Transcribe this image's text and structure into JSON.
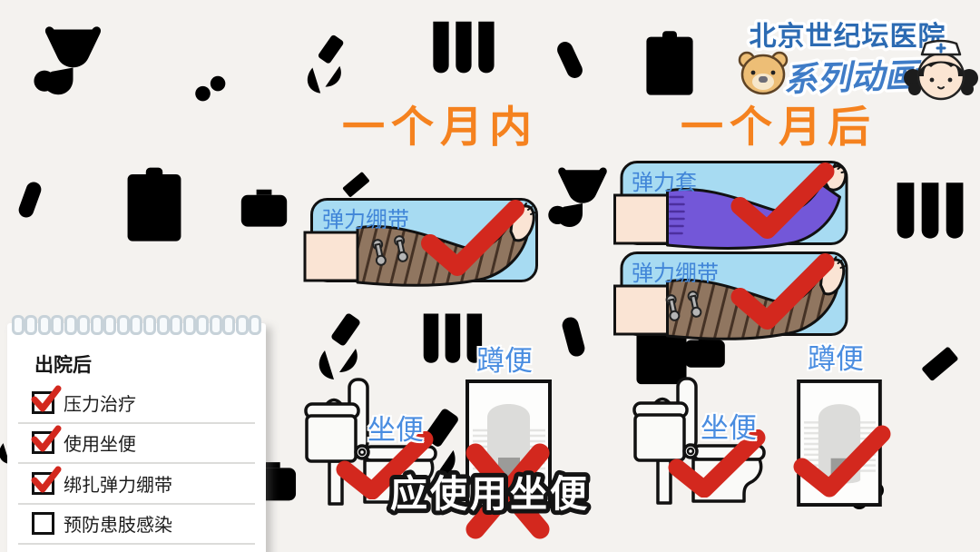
{
  "logo": {
    "hospital": "北京世纪坛医院",
    "series": "系列动画",
    "mascots": [
      "bear",
      "nurse"
    ]
  },
  "sections": {
    "left": {
      "title": "一个月内",
      "cards": [
        {
          "label": "弹力绷带",
          "type": "bandage",
          "mark": "check"
        }
      ],
      "toilets": [
        {
          "label": "坐便",
          "type": "sitting-toilet",
          "mark": "check"
        },
        {
          "label": "蹲便",
          "type": "squat-toilet",
          "mark": "cross"
        }
      ]
    },
    "right": {
      "title": "一个月后",
      "cards": [
        {
          "label": "弹力套",
          "type": "sleeve",
          "mark": "check"
        },
        {
          "label": "弹力绷带",
          "type": "bandage",
          "mark": "check"
        }
      ],
      "toilets": [
        {
          "label": "坐便",
          "type": "sitting-toilet",
          "mark": "check"
        },
        {
          "label": "蹲便",
          "type": "squat-toilet",
          "mark": "check"
        }
      ]
    }
  },
  "checklist": {
    "title": "出院后",
    "items": [
      {
        "label": "压力治疗",
        "checked": true
      },
      {
        "label": "使用坐便",
        "checked": true
      },
      {
        "label": "绑扎弹力绷带",
        "checked": true
      },
      {
        "label": "预防患肢感染",
        "checked": false
      }
    ]
  },
  "subtitle": {
    "text": "应使用坐便"
  },
  "background": {
    "icons": [
      "stethoscope",
      "forceps",
      "microscope",
      "test-tubes",
      "capsule",
      "clipboard",
      "first-aid-kit",
      "syringe"
    ],
    "icon_color": "#d7ecf7"
  },
  "colors": {
    "page_bg": "#f4f2ef",
    "accent_orange": "#F5821F",
    "label_blue": "#4a8de0",
    "logo_blue": "#2C6BB3",
    "mark_red": "#D3281E",
    "card_bg": "#A7DBF2",
    "sleeve_purple": "#7357D8",
    "bandage_brown": "#907660",
    "skin": "#FAE4D4"
  }
}
